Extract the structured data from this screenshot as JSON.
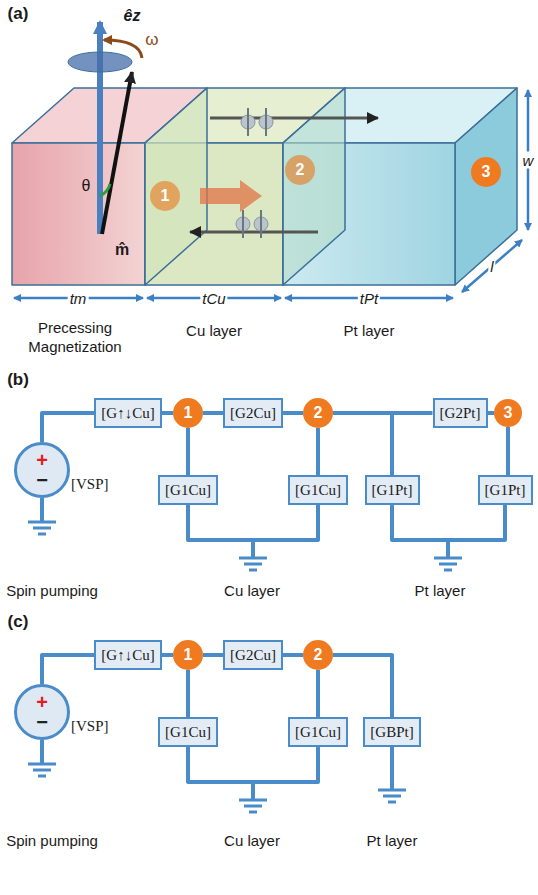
{
  "diagram": {
    "nodes": [
      {
        "text": [
          "1"
        ]
      },
      {
        "text": [
          "2"
        ]
      },
      {
        "text": [
          "3"
        ]
      },
      {
        "text": [
          "+",
          "−",
          "[VSP]"
        ]
      },
      {
        "text": [
          "[G↑↓Cu]"
        ]
      },
      {
        "text": [
          "1"
        ]
      },
      {
        "text": [
          "[G1Cu]"
        ]
      },
      {
        "text": [
          "[G2Cu]"
        ]
      },
      {
        "text": [
          "2"
        ]
      },
      {
        "text": [
          "[G1Cu]"
        ]
      },
      {
        "text": [
          "[G1Pt]"
        ]
      },
      {
        "text": [
          "[G2Pt]"
        ]
      },
      {
        "text": [
          "3"
        ]
      },
      {
        "text": [
          "[G1Pt]"
        ]
      },
      {
        "text": [
          "+",
          "−",
          "[VSP]"
        ]
      },
      {
        "text": [
          "[G↑↓Cu]"
        ]
      },
      {
        "text": [
          "1"
        ]
      },
      {
        "text": [
          "[G1Cu]"
        ]
      },
      {
        "text": [
          "[G2Cu]"
        ]
      },
      {
        "text": [
          "2"
        ]
      },
      {
        "text": [
          "[G1Cu]"
        ]
      },
      {
        "text": [
          "[GBPt]"
        ]
      }
    ],
    "edges": [
      {
        "from": 3,
        "to": 4,
        "arrow": "none"
      },
      {
        "from": 4,
        "to": 5,
        "arrow": "none"
      },
      {
        "from": 5,
        "to": 7,
        "arrow": "none"
      },
      {
        "from": 7,
        "to": 8,
        "arrow": "none"
      },
      {
        "from": 8,
        "to": 11,
        "arrow": "none"
      },
      {
        "from": 11,
        "to": 12,
        "arrow": "none"
      },
      {
        "from": 5,
        "to": 6,
        "arrow": "none"
      },
      {
        "from": 8,
        "to": 9,
        "arrow": "none"
      },
      {
        "from": 8,
        "to": 10,
        "arrow": "none"
      },
      {
        "from": 12,
        "to": 13,
        "arrow": "none"
      },
      {
        "from": 6,
        "to": 9,
        "arrow": "none"
      },
      {
        "from": 10,
        "to": 13,
        "arrow": "none"
      },
      {
        "from": 14,
        "to": 15,
        "arrow": "none"
      },
      {
        "from": 15,
        "to": 16,
        "arrow": "none"
      },
      {
        "from": 16,
        "to": 18,
        "arrow": "none"
      },
      {
        "from": 18,
        "to": 19,
        "arrow": "none"
      },
      {
        "from": 16,
        "to": 17,
        "arrow": "none"
      },
      {
        "from": 19,
        "to": 20,
        "arrow": "none"
      },
      {
        "from": 19,
        "to": 21,
        "arrow": "none"
      },
      {
        "from": 17,
        "to": 20,
        "arrow": "none"
      }
    ],
    "labels": [
      "(a)",
      "êz",
      "ω",
      "θ",
      "m̂",
      "tm",
      "tCu",
      "tPt",
      "w",
      "l",
      "Precessing Magnetization",
      "Cu layer",
      "Pt layer",
      "(b)",
      "Spin pumping",
      "Cu layer",
      "Pt layer",
      "(c)",
      "Spin pumping",
      "Cu layer",
      "Pt layer"
    ]
  }
}
